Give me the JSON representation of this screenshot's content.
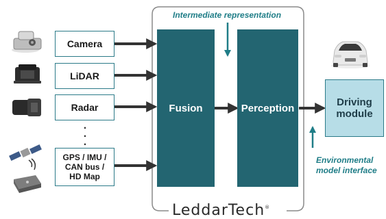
{
  "header": {
    "intermediate_representation": "Intermediate representation"
  },
  "sensors": [
    {
      "label": "Camera",
      "icon": "camera-icon"
    },
    {
      "label": "LiDAR",
      "icon": "lidar-icon"
    },
    {
      "label": "Radar",
      "icon": "radar-icon"
    },
    {
      "label": "GPS / IMU /\nCAN bus /\nHD Map",
      "icon": "satellite-icon"
    }
  ],
  "continuation_dots": ".\n.\n.",
  "blocks": {
    "fusion": "Fusion",
    "perception": "Perception"
  },
  "output": {
    "driving_module": "Driving\nmodule",
    "environmental_interface": "Environmental\nmodel interface"
  },
  "brand": {
    "name": "LeddarTech",
    "mark": "®"
  },
  "colors": {
    "block_fill": "#236571",
    "accent": "#1f7d87",
    "driving_fill": "#b7dde7",
    "arrow": "#333333"
  }
}
